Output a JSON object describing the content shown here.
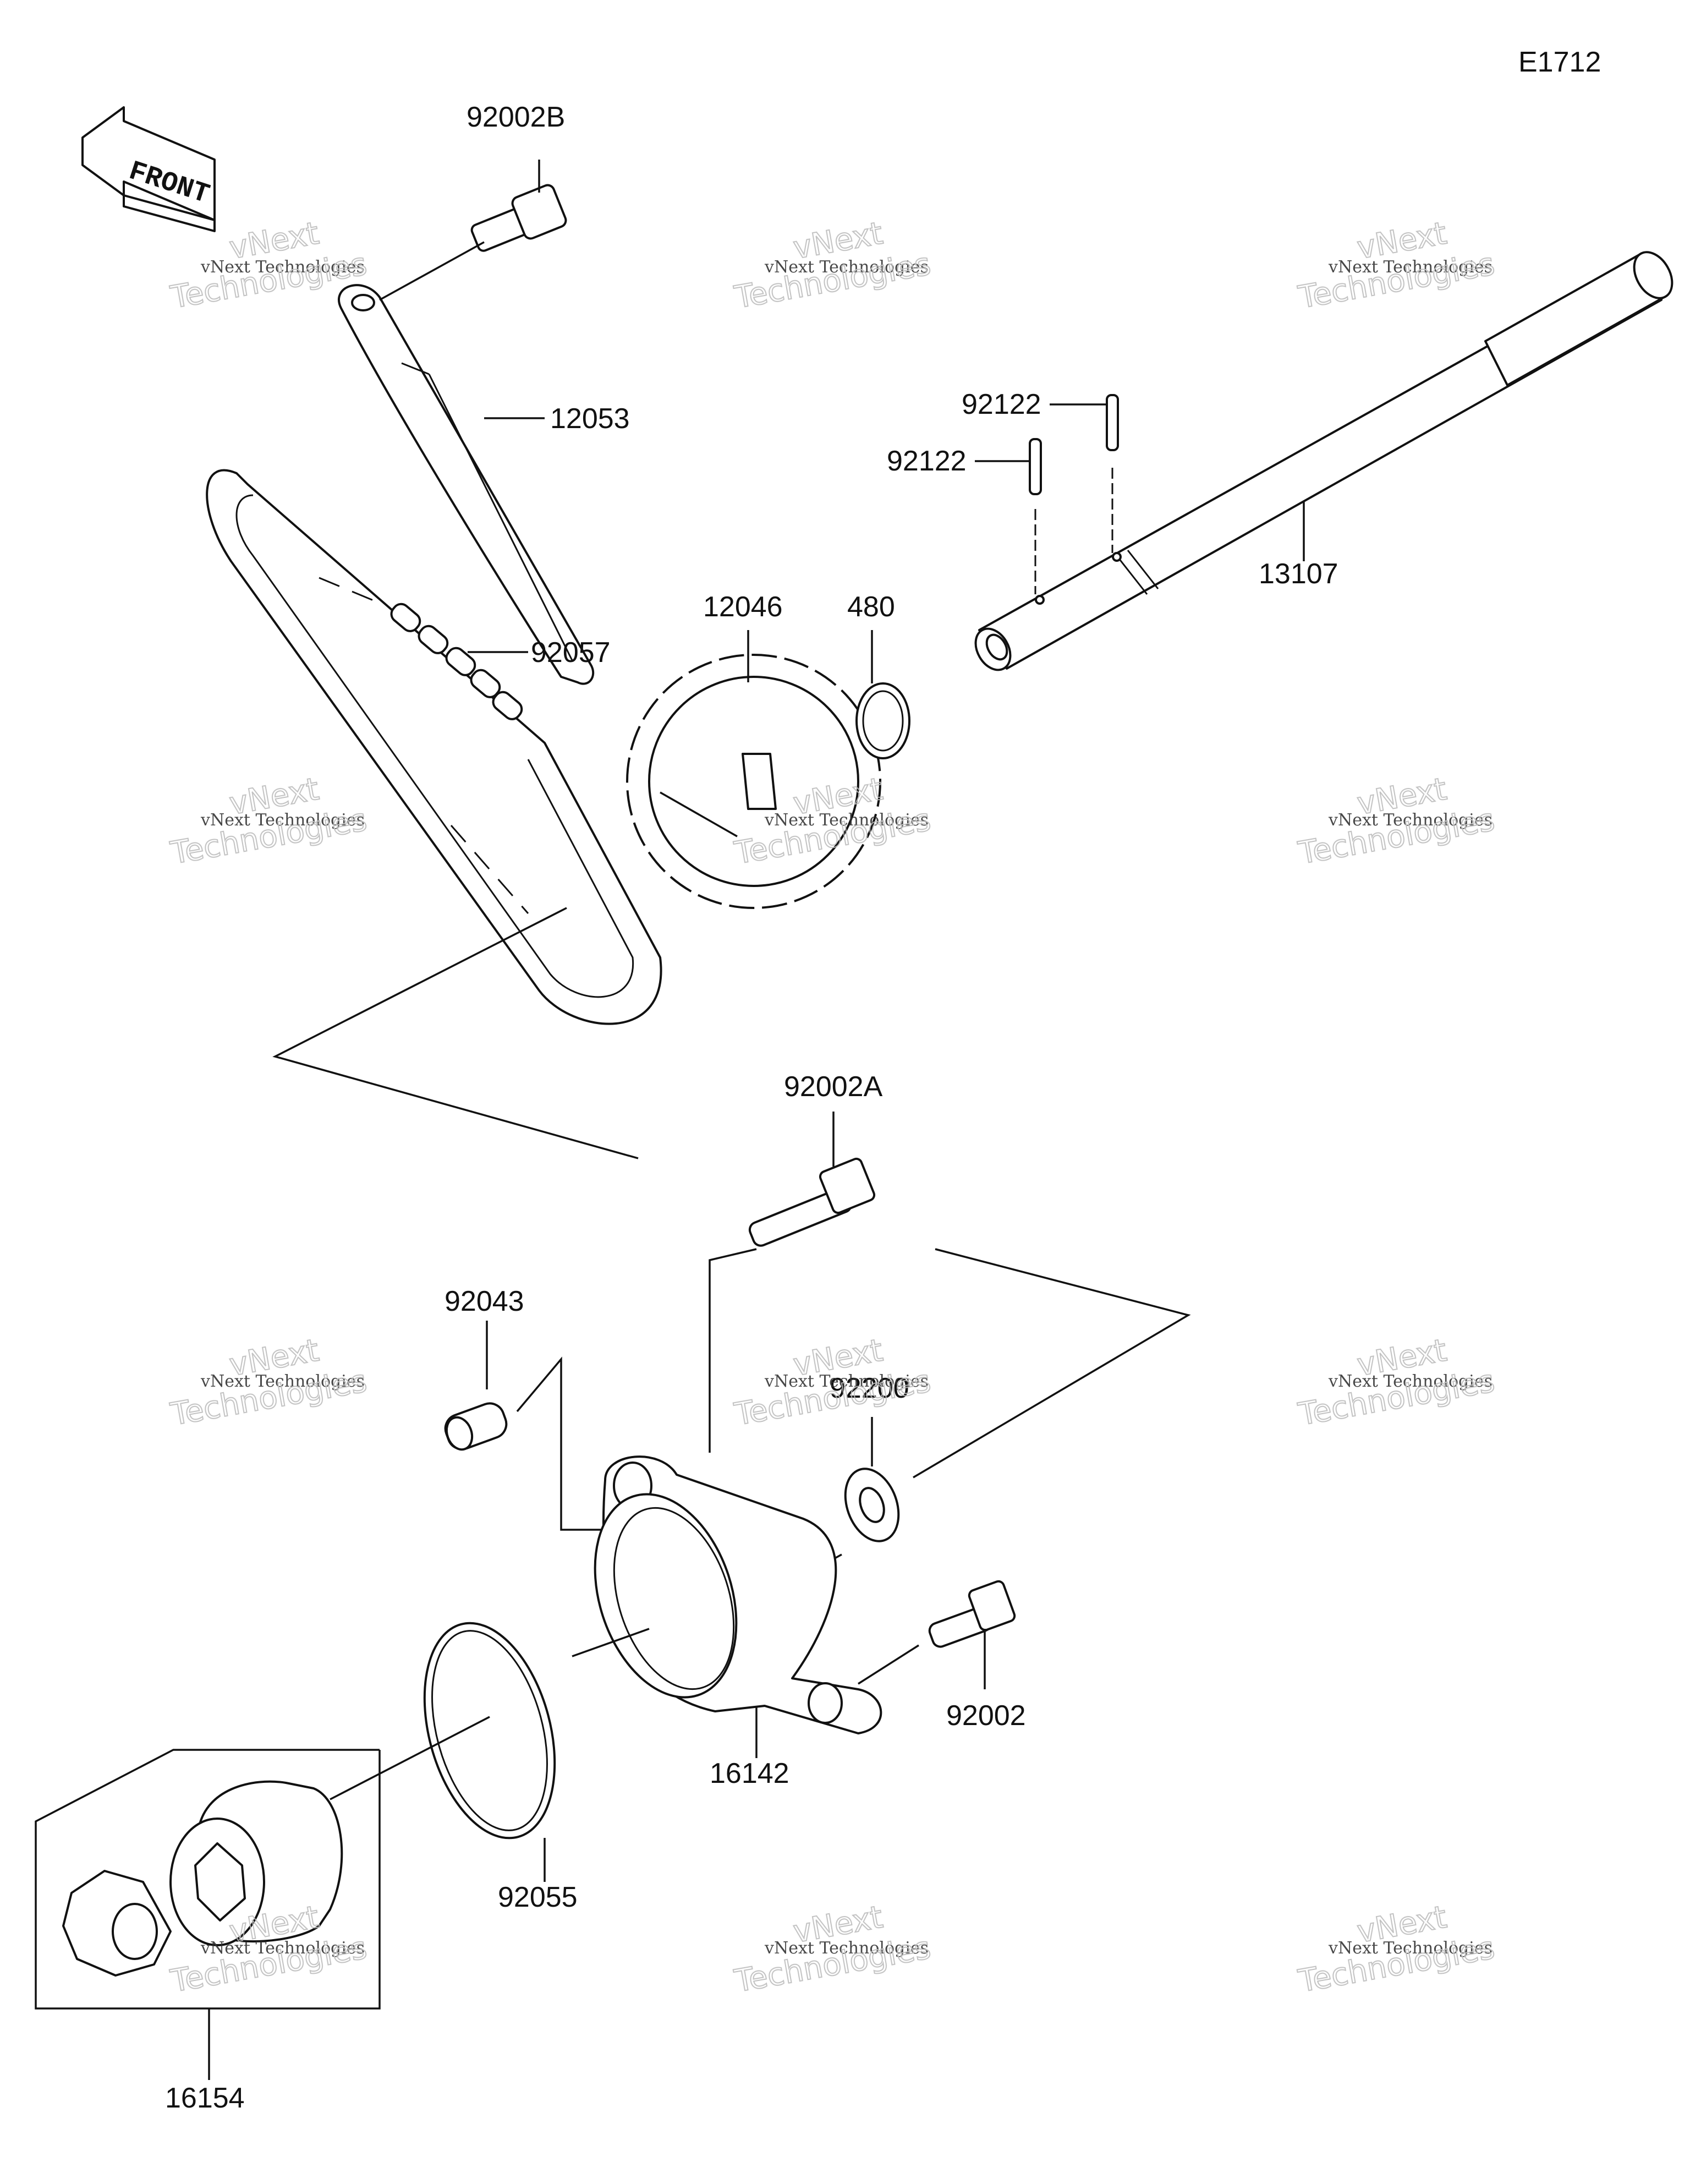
{
  "diagram_code": "E1712",
  "front_label": "FRONT",
  "parts": {
    "p92002B": "92002B",
    "p12053": "12053",
    "p92057": "92057",
    "p12046": "12046",
    "p480": "480",
    "p92122_upper": "92122",
    "p92122_lower": "92122",
    "p13107": "13107",
    "p92002A": "92002A",
    "p92043": "92043",
    "p92200": "92200",
    "p92002": "92002",
    "p16142": "16142",
    "p92055": "92055",
    "p16154": "16154"
  },
  "watermark": {
    "line1": "vNext Technologies",
    "line2": "vNext",
    "line3": "Technologies"
  },
  "colors": {
    "line": "#111111",
    "background": "#ffffff",
    "watermark": "#bbbbbb"
  }
}
